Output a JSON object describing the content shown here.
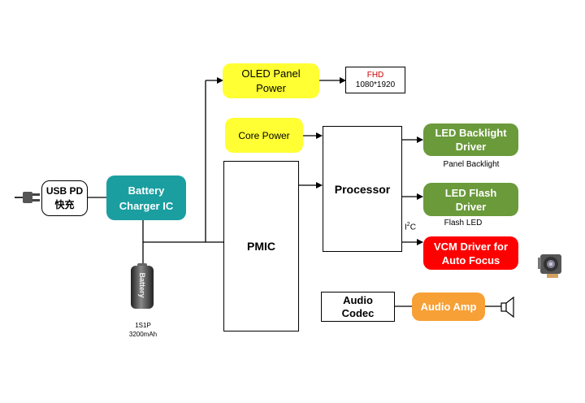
{
  "colors": {
    "yellow": "#ffff33",
    "teal": "#1a9ea0",
    "green": "#6a9a3a",
    "red": "#ff0000",
    "orange": "#f7a036",
    "fhd_red": "#cc0000"
  },
  "blocks": {
    "usb_pd": "USB PD\n快充",
    "battery_charger": "Battery\nCharger IC",
    "oled_power": "OLED Panel\nPower",
    "fhd_title": "FHD",
    "fhd_res": "1080*1920",
    "core_power": "Core Power",
    "pmic": "PMIC",
    "processor": "Processor",
    "led_backlight": "LED Backlight\nDriver",
    "led_flash": "LED Flash\nDriver",
    "vcm": "VCM Driver for\nAuto Focus",
    "audio_codec": "Audio\nCodec",
    "audio_amp": "Audio Amp"
  },
  "labels": {
    "panel_backlight": "Panel Backlight",
    "flash_led": "Flash LED",
    "i2c_base": "I",
    "i2c_sup": "2",
    "i2c_tail": "C",
    "battery_text": "Battery",
    "battery_spec": "1S1P\n3200mAh"
  },
  "icons": {
    "plug": "power-plug-icon",
    "battery": "battery-cell-icon",
    "camera": "camera-module-icon",
    "speaker": "speaker-icon"
  }
}
